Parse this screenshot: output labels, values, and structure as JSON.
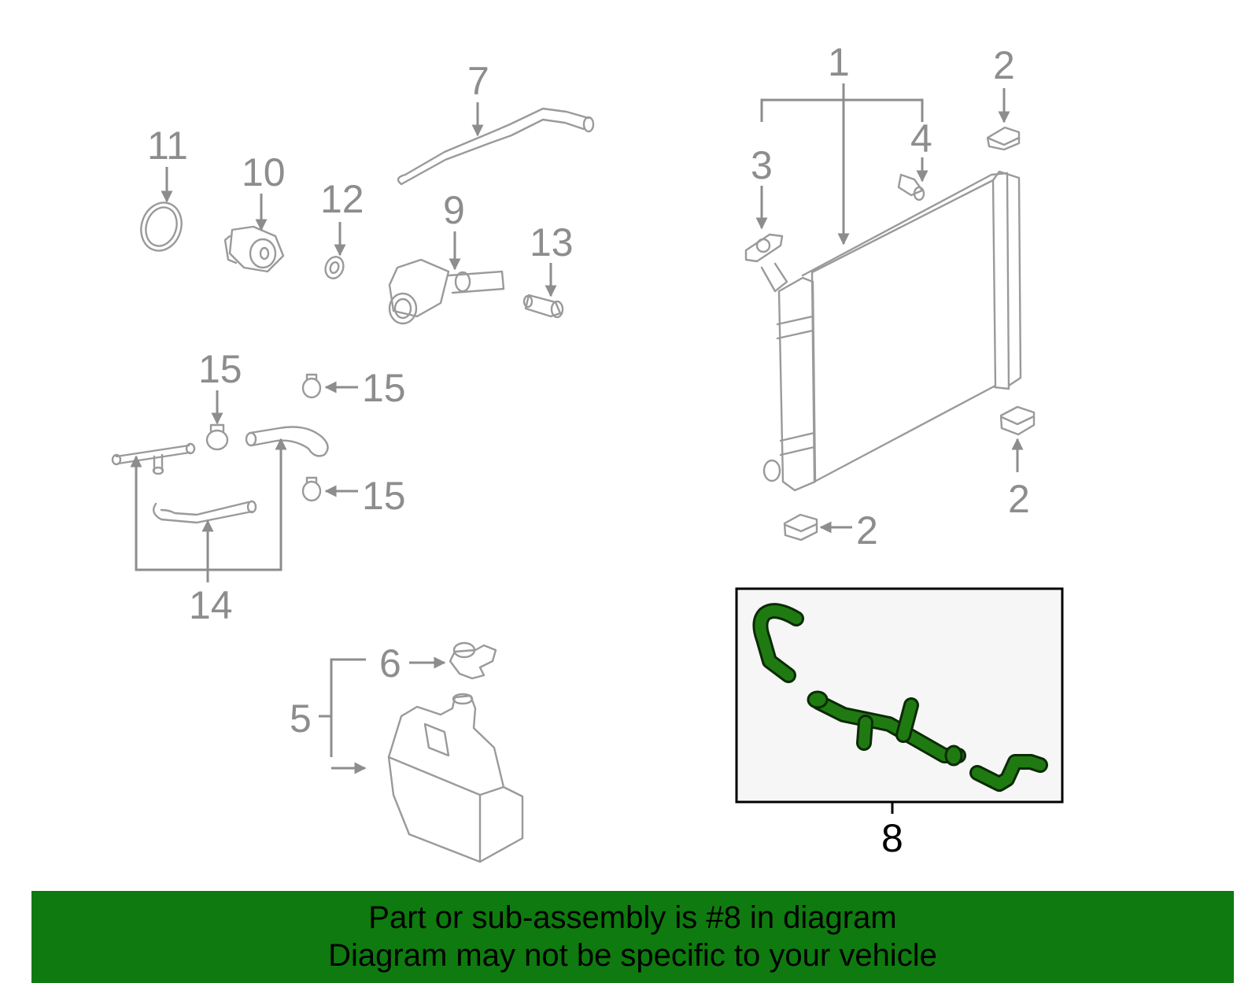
{
  "callouts": {
    "c1": "1",
    "c2a": "2",
    "c2b": "2",
    "c2c": "2",
    "c3": "3",
    "c4": "4",
    "c5": "5",
    "c6": "6",
    "c7": "7",
    "c8": "8",
    "c9": "9",
    "c10": "10",
    "c11": "11",
    "c12": "12",
    "c13": "13",
    "c14": "14",
    "c15a": "15",
    "c15b": "15",
    "c15c": "15"
  },
  "banner": {
    "line1": "Part or sub-assembly is #8 in diagram",
    "line2": "Diagram may not be specific to your vehicle"
  },
  "colors": {
    "banner_bg": "#0f7a0f",
    "highlight_part": "#1f7a12",
    "part_outline": "#9a9a9a",
    "callout_gray": "#8d8d8d"
  }
}
